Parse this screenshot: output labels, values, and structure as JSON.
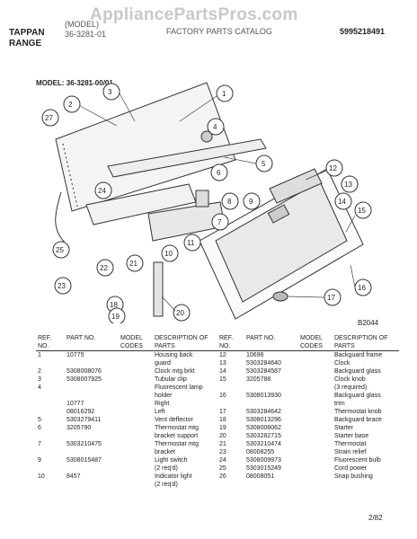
{
  "watermark": "AppliancePartsPros.com",
  "header": {
    "brand": [
      "TAPPAN",
      "RANGE"
    ],
    "code_lines": [
      "(MODEL)",
      "36-3281-01"
    ],
    "title": "FACTORY PARTS CATALOG",
    "pub_number": "5995218491"
  },
  "model_label": "MODEL: 36-3281-00/01",
  "diagram_id": "B2044",
  "callouts": [
    "1",
    "2",
    "3",
    "4",
    "5",
    "6",
    "7",
    "8",
    "9",
    "10",
    "11",
    "12",
    "13",
    "14",
    "15",
    "16",
    "17",
    "18",
    "19",
    "20",
    "21",
    "22",
    "23",
    "24",
    "25",
    "27"
  ],
  "table": {
    "headers": [
      "REF. NO.",
      "PART NO.",
      "MODEL CODES",
      "DESCRIPTION OF PARTS"
    ],
    "left_rows": [
      [
        "1",
        "10775",
        "",
        "Housing back"
      ],
      [
        "",
        "",
        "",
        "guard"
      ],
      [
        "2",
        "5308008076",
        "",
        "Clock mtg brkt"
      ],
      [
        "3",
        "5308007925",
        "",
        "Tubular clip"
      ],
      [
        "4",
        "",
        "",
        "Fluorescent lamp"
      ],
      [
        "",
        "",
        "",
        "holder"
      ],
      [
        "",
        "10777",
        "",
        "Right"
      ],
      [
        "",
        "08016292",
        "",
        "Left"
      ],
      [
        "5",
        "5303279411",
        "",
        "Vent deflector"
      ],
      [
        "6",
        "3205790",
        "",
        "Thermostat mtg"
      ],
      [
        "",
        "",
        "",
        "bracket support"
      ],
      [
        "7",
        "5303210475",
        "",
        "Thermostat mtg"
      ],
      [
        "",
        "",
        "",
        "bracket"
      ],
      [
        "9",
        "5308015487",
        "",
        "Light switch"
      ],
      [
        "",
        "",
        "",
        "(2 req'd)"
      ],
      [
        "10",
        "8457",
        "",
        "Indicator light"
      ],
      [
        "",
        "",
        "",
        "(2 req'd)"
      ]
    ],
    "right_rows": [
      [
        "12",
        "10696",
        "",
        "Backguard frame"
      ],
      [
        "13",
        "5303284640",
        "",
        "Clock"
      ],
      [
        "14",
        "5303284587",
        "",
        "Backguard glass"
      ],
      [
        "15",
        "3205788",
        "",
        "Clock knob"
      ],
      [
        "",
        "",
        "",
        "(3 required)"
      ],
      [
        "16",
        "5308013930",
        "",
        "Backguard glass"
      ],
      [
        "",
        "",
        "",
        "trim"
      ],
      [
        "17",
        "5303284642",
        "",
        "Thermostat knob"
      ],
      [
        "18",
        "5308013296",
        "",
        "Backguard brace"
      ],
      [
        "19",
        "5308006062",
        "",
        "Starter"
      ],
      [
        "20",
        "5303282715",
        "",
        "Starter base"
      ],
      [
        "21",
        "5303210474",
        "",
        "Thermostat"
      ],
      [
        "23",
        "08008255",
        "",
        "Strain relief"
      ],
      [
        "24",
        "5308009973",
        "",
        "Fluorescent bulb"
      ],
      [
        "25",
        "5303015249",
        "",
        "Cord power"
      ],
      [
        "26",
        "08008051",
        "",
        "Snap bushing"
      ]
    ]
  },
  "footer_date": "2/82"
}
